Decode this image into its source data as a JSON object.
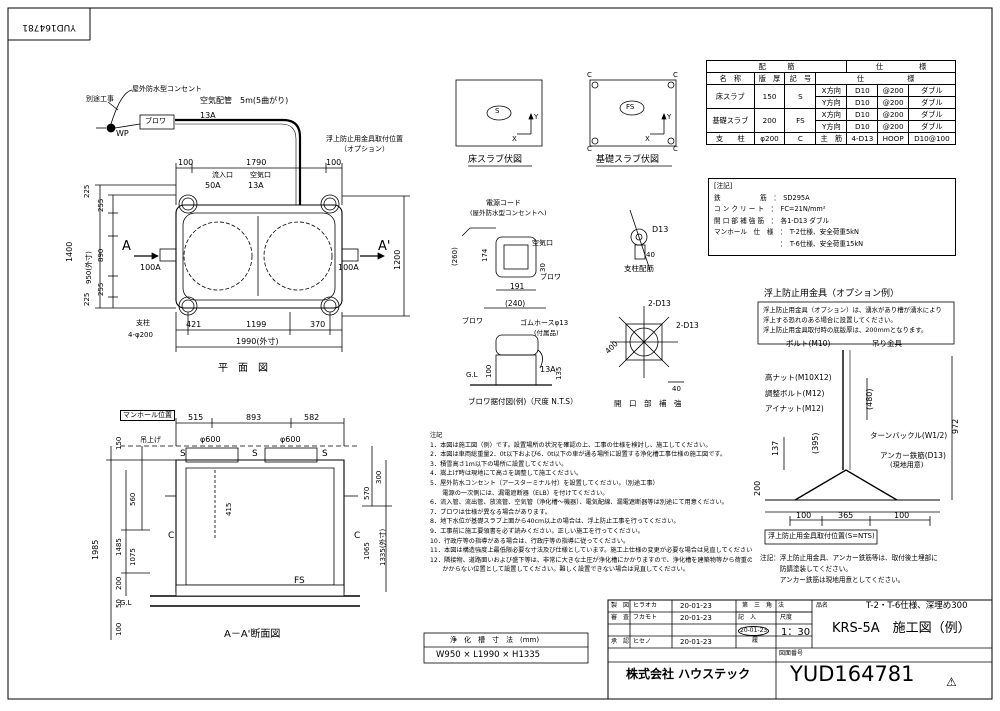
{
  "doc_id_rotated": "YUD164781",
  "plan": {
    "title": "平　面　図",
    "labels": {
      "separate_work": "別途工事",
      "outdoor_outlet": "屋外防水型コンセント",
      "wp": "WP",
      "blower": "ブロワ",
      "air_pipe": "空気配管　5m(5曲がり)",
      "pipe_13a": "13A",
      "anchor_pos": "浮上防止用金具取付位置",
      "option": "（オプション）",
      "inlet": "流入口",
      "inlet_size": "50A",
      "outlet": "空気口",
      "outlet_size": "13A",
      "pipe_100a_left": "100A",
      "pipe_100a_right": "100A",
      "sec_a": "A",
      "sec_a2": "A'",
      "support": "支柱",
      "support_size": "4-φ200"
    },
    "dims": {
      "top_100a": "100",
      "top_1790": "1790",
      "top_100b": "100",
      "bot_421": "421",
      "bot_1199": "1199",
      "bot_370": "370",
      "overall": "1990(外寸)",
      "left_225a": "225",
      "left_255a": "255",
      "left_890": "890",
      "left_255b": "255",
      "left_225b": "225",
      "left_1400": "1400",
      "left_950": "950(外寸)",
      "right_1200": "1200"
    }
  },
  "section": {
    "title": "A－A'断面図",
    "labels": {
      "manhole_pos": "マンホール位置",
      "lift": "吊上げ",
      "s1": "S",
      "s2": "S",
      "s3": "S",
      "c1": "C",
      "c2": "C",
      "fs": "FS",
      "gl": "G.L"
    },
    "dims": {
      "d515": "515",
      "d893": "893",
      "d582": "582",
      "phi600a": "φ600",
      "phi600b": "φ600",
      "d150": "150",
      "d560": "560",
      "d1985": "1985",
      "d1485": "1485",
      "d1075": "1075",
      "d200": "200",
      "d50": "50",
      "d100": "100",
      "d415": "415",
      "d300": "300",
      "d570": "570",
      "d1065": "1065",
      "d1335": "1335(外寸)"
    },
    "size_title": "浄　化　槽　寸　法　(mm)",
    "size_value": "W950 × L1990 × H1335"
  },
  "slabs": {
    "floor_title": "床スラブ伏図",
    "floor_mark": "S",
    "base_title": "基礎スラブ伏図",
    "base_mark": "FS",
    "corner": "C",
    "axis_x": "X",
    "axis_y": "Y"
  },
  "column": {
    "title": "支柱配筋",
    "bar": "D13",
    "d40": "40"
  },
  "blower_detail": {
    "title": "ブロワ据付図(例)（尺度 N.T.S）",
    "power_cord": "電源コード",
    "outlet_to": "(屋外防水型コンセントへ)",
    "air": "空気口",
    "blower": "ブロワ",
    "blower2": "ブロワ",
    "hose": "ゴムホースφ13",
    "hose2": "(付属品)",
    "pipe": "13A",
    "gl": "G.L",
    "d260": "(260)",
    "d174": "174",
    "d30": "30",
    "d191": "191",
    "d240": "(240)",
    "d100": "100",
    "d135": "135"
  },
  "opening": {
    "title": "開　口　部　補　強",
    "bar_a": "2-D13",
    "bar_b": "2-D13",
    "d400": "400",
    "d40": "40"
  },
  "spec_table": {
    "h_haikin": "配　　　筋",
    "h_shiyo": "仕　　　　　様",
    "h_name": "名　称",
    "h_thick": "版　厚",
    "h_mark": "記　号",
    "h_spec": "仕　　　　　　様",
    "rows": [
      {
        "name": "床スラブ",
        "thick": "150",
        "mark": "S",
        "dir1": "X方向",
        "bar1": "D10",
        "pitch1": "@200",
        "type1": "ダブル",
        "dir2": "Y方向",
        "bar2": "D10",
        "pitch2": "@200",
        "type2": "ダブル"
      },
      {
        "name": "基礎スラブ",
        "thick": "200",
        "mark": "FS",
        "dir1": "X方向",
        "bar1": "D10",
        "pitch1": "@200",
        "type1": "ダブル",
        "dir2": "Y方向",
        "bar2": "D10",
        "pitch2": "@200",
        "type2": "ダブル"
      }
    ],
    "col_name": "支　　柱",
    "col_thick": "φ200",
    "col_mark": "C",
    "col_main": "主　筋",
    "col_bar": "4-D13",
    "col_hoop": "HOOP",
    "col_hoop_v": "D10@100"
  },
  "spec_notes": [
    "[注記]",
    "鉄　　　　　　筋　：　SD295A",
    "コ ン ク リ ー ト　：　FC=21N/mm²",
    "開 口 部 補 強 筋　：　各1-D13 ダブル",
    "マンホール　仕　様　：　T-2仕様、安全荷重5kN",
    "　　　　　　　　　　：　T-6仕様、安全荷重15kN"
  ],
  "anchor": {
    "title": "浮上防止用金具（オプション例）",
    "note1": "浮上防止用金具（オプション）は、湧水があり槽が湧水により",
    "note2": "浮上する恐れのある場合に設置してください。",
    "note3": "浮上防止用金具取付時の底版厚は、200mmとなります。",
    "bolt": "ボルト(M10)",
    "hanger": "吊り金具",
    "high_nut": "高ナット(M10X12)",
    "adj_bolt": "調整ボルト(M12)",
    "eye_nut": "アイナット(M12)",
    "turnbuckle": "ターンバックル(W1/2)",
    "anchor_bar": "アンカー鉄筋(D13)",
    "field": "(現地用意)",
    "mount_pos": "浮上防止用金具取付位置(S=NTS)",
    "d480": "(480)",
    "d972": "972",
    "d395": "(395)",
    "d137": "137",
    "d200": "200",
    "d100a": "100",
    "d365": "365",
    "d100b": "100",
    "foot1": "注記：浮上防止用金具、アンカー鉄筋等は、取付後土埋部に",
    "foot2": "　　　防錆塗装してください。",
    "foot3": "　　　アンカー鉄筋は現地用意としてください。"
  },
  "notes": [
    "注記",
    "1．本図は施工図（例）です。設置場所の状況を確認の上、工事の仕様を検討し、施工してください。",
    "2．本図は車両総重量2．0t以下および6．0t以下の車が通る場所に設置する浄化槽工事仕様の施工図です。",
    "3．積雪高さ1m以下の場所に設置してください。",
    "4．嵩上げ時は現地にて高さを調整して施工ください。",
    "5．屋外防水コンセント（アースターミナル付）を設置してください。（別途工事）",
    "　　電源の一次側には、漏電遮断器（ELB）を付けてください。",
    "6．流入管、流出管、放流管、空気管（浄化槽～機器）、電気配線、漏電遮断器等は別途にて用意ください。",
    "7．ブロワは仕様が異なる場合があります。",
    "8．地下水位が基礎スラブ上面から40cm以上の場合は、浮上防止工事を行ってください。",
    "9．工事前に施工要領書を必ず読みください。正しい施工を行ってください。",
    "10．行政庁等の指導がある場合は、行政庁等の指導に従ってください。",
    "11．本図は構造強度上最低限必要な寸法及び仕様としています。施工上仕様の変更が必要な場合は見直してください。",
    "12．隣接物、道路面いおよび盛下等は、非常に大きな土圧が浄化槽にかかりますので、浄化槽を建築物等から荷重の",
    "　　かからない位置として設置してください。難しく設置できない場合は見直してください。"
  ],
  "title_block": {
    "r1c1": "製　図",
    "r1c2": "ヒラオカ",
    "r1c3": "20-01-23",
    "r2c1": "審　査",
    "r2c2": "フカモト",
    "r2c3": "20-01-23",
    "r3c1": "承　認",
    "r3c2": "ヒセノ",
    "r3c3": "20-01-23",
    "method_h": "第　三　角　法",
    "rev_h": "記　入",
    "rev_v": "20-01-23",
    "rev_no": "履",
    "scale_h": "尺度",
    "scale": "1：30",
    "name_h": "品名",
    "spec_line": "T-2・T-6仕様、深埋め300",
    "product": "KRS-5A　施工図（例）",
    "company": "株式会社 ハウステック",
    "dwg_h": "図面番号",
    "dwg_no": "YUD164781",
    "warn": "⚠"
  }
}
